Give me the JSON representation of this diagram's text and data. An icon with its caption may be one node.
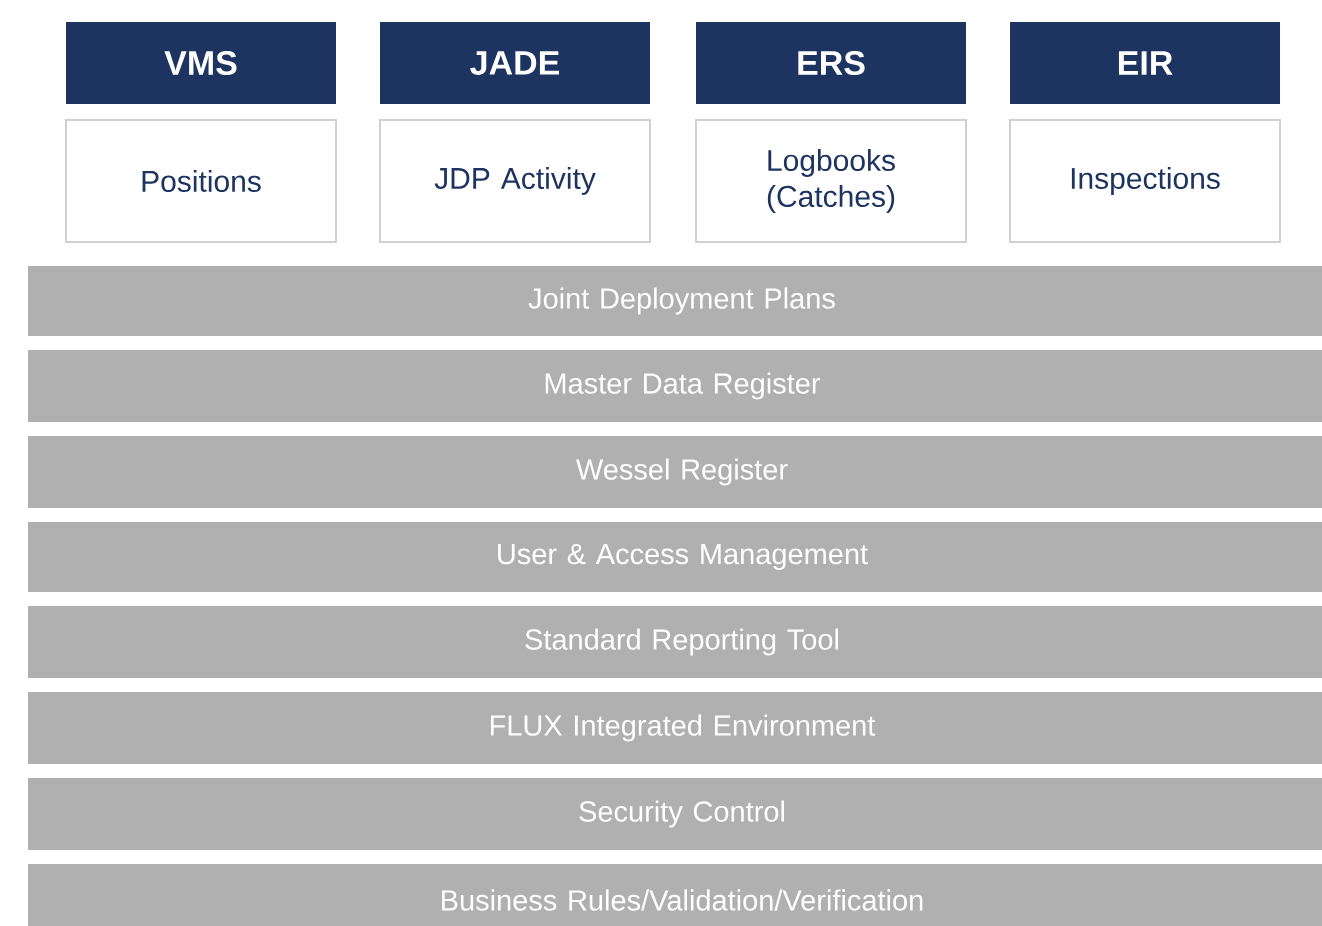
{
  "diagram": {
    "nodes": [
      {
        "text": [
          "VMS"
        ]
      },
      {
        "text": [
          "JADE"
        ]
      },
      {
        "text": [
          "ERS"
        ]
      },
      {
        "text": [
          "EIR"
        ]
      },
      {
        "text": [
          "Positions"
        ]
      },
      {
        "text": [
          "JDP Activity"
        ]
      },
      {
        "text": [
          "Logbooks (Catches)"
        ]
      },
      {
        "text": [
          "Inspections"
        ]
      },
      {
        "text": [
          "Joint Deployment Plans"
        ]
      },
      {
        "text": [
          "Master Data Register"
        ]
      },
      {
        "text": [
          "Wessel Register"
        ]
      },
      {
        "text": [
          "User & Access Management"
        ]
      },
      {
        "text": [
          "Standard Reporting Tool"
        ]
      },
      {
        "text": [
          "FLUX Integrated Environment"
        ]
      },
      {
        "text": [
          "Security Control"
        ]
      },
      {
        "text": [
          "Business Rules/Validation/Verification"
        ]
      }
    ]
  }
}
